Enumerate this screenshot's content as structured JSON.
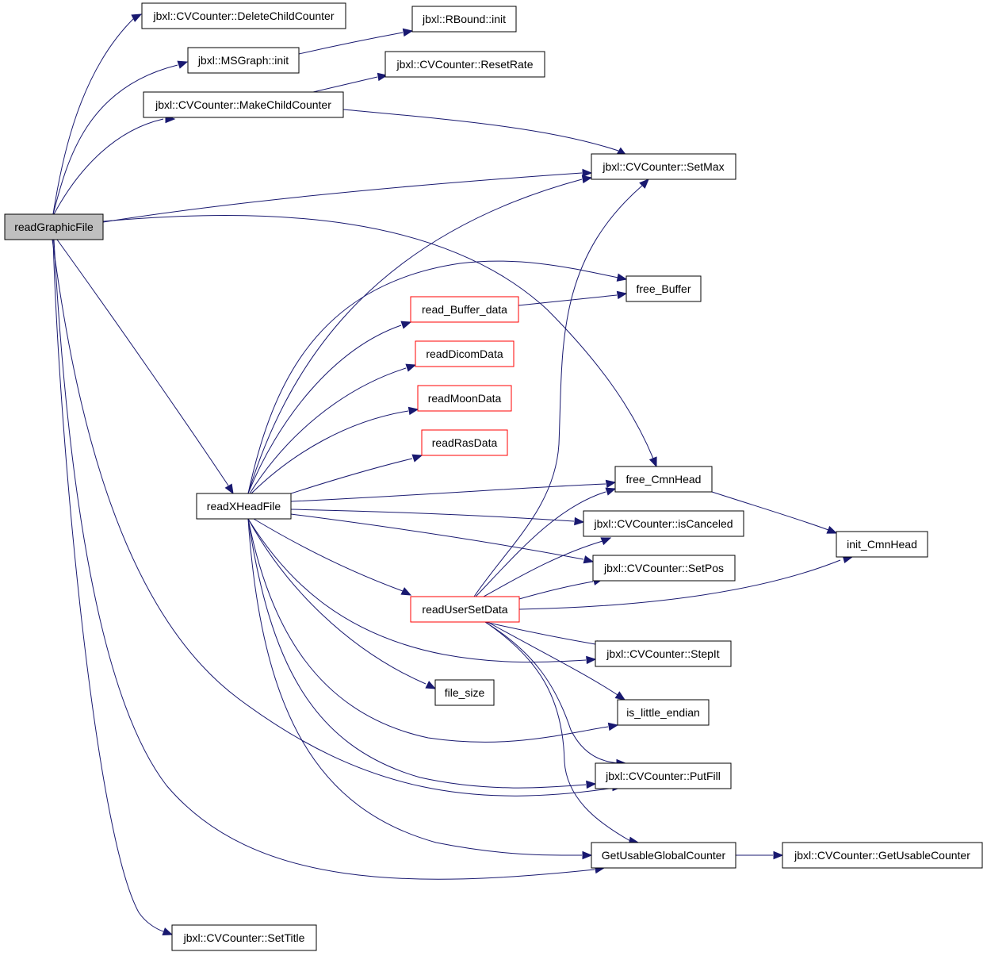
{
  "nodes": [
    {
      "id": "readGraphicFile",
      "label": "readGraphicFile",
      "style": "root"
    },
    {
      "id": "DeleteChildCounter",
      "label": "jbxl::CVCounter::DeleteChildCounter",
      "style": "normal"
    },
    {
      "id": "MSGraphInit",
      "label": "jbxl::MSGraph::init",
      "style": "normal"
    },
    {
      "id": "RBoundInit",
      "label": "jbxl::RBound::init",
      "style": "normal"
    },
    {
      "id": "ResetRate",
      "label": "jbxl::CVCounter::ResetRate",
      "style": "normal"
    },
    {
      "id": "MakeChildCounter",
      "label": "jbxl::CVCounter::MakeChildCounter",
      "style": "normal"
    },
    {
      "id": "SetMax",
      "label": "jbxl::CVCounter::SetMax",
      "style": "normal"
    },
    {
      "id": "free_Buffer",
      "label": "free_Buffer",
      "style": "normal"
    },
    {
      "id": "read_Buffer_data",
      "label": "read_Buffer_data",
      "style": "red"
    },
    {
      "id": "readDicomData",
      "label": "readDicomData",
      "style": "red"
    },
    {
      "id": "readMoonData",
      "label": "readMoonData",
      "style": "red"
    },
    {
      "id": "readRasData",
      "label": "readRasData",
      "style": "red"
    },
    {
      "id": "free_CmnHead",
      "label": "free_CmnHead",
      "style": "normal"
    },
    {
      "id": "readXHeadFile",
      "label": "readXHeadFile",
      "style": "normal"
    },
    {
      "id": "isCanceled",
      "label": "jbxl::CVCounter::isCanceled",
      "style": "normal"
    },
    {
      "id": "init_CmnHead",
      "label": "init_CmnHead",
      "style": "normal"
    },
    {
      "id": "SetPos",
      "label": "jbxl::CVCounter::SetPos",
      "style": "normal"
    },
    {
      "id": "readUserSetData",
      "label": "readUserSetData",
      "style": "red"
    },
    {
      "id": "StepIt",
      "label": "jbxl::CVCounter::StepIt",
      "style": "normal"
    },
    {
      "id": "file_size",
      "label": "file_size",
      "style": "normal"
    },
    {
      "id": "is_little_endian",
      "label": "is_little_endian",
      "style": "normal"
    },
    {
      "id": "PutFill",
      "label": "jbxl::CVCounter::PutFill",
      "style": "normal"
    },
    {
      "id": "GetUsableGlobalCounter",
      "label": "GetUsableGlobalCounter",
      "style": "normal"
    },
    {
      "id": "GetUsableCounter",
      "label": "jbxl::CVCounter::GetUsableCounter",
      "style": "normal"
    },
    {
      "id": "SetTitle",
      "label": "jbxl::CVCounter::SetTitle",
      "style": "normal"
    }
  ],
  "edges": [
    {
      "from": "readGraphicFile",
      "to": "DeleteChildCounter"
    },
    {
      "from": "readGraphicFile",
      "to": "MSGraphInit"
    },
    {
      "from": "readGraphicFile",
      "to": "MakeChildCounter"
    },
    {
      "from": "readGraphicFile",
      "to": "SetMax"
    },
    {
      "from": "readGraphicFile",
      "to": "free_CmnHead"
    },
    {
      "from": "readGraphicFile",
      "to": "readXHeadFile"
    },
    {
      "from": "readGraphicFile",
      "to": "PutFill"
    },
    {
      "from": "readGraphicFile",
      "to": "GetUsableGlobalCounter"
    },
    {
      "from": "readGraphicFile",
      "to": "SetTitle"
    },
    {
      "from": "MSGraphInit",
      "to": "RBoundInit"
    },
    {
      "from": "MakeChildCounter",
      "to": "ResetRate"
    },
    {
      "from": "MakeChildCounter",
      "to": "SetMax"
    },
    {
      "from": "readXHeadFile",
      "to": "SetMax"
    },
    {
      "from": "readXHeadFile",
      "to": "free_Buffer"
    },
    {
      "from": "readXHeadFile",
      "to": "read_Buffer_data"
    },
    {
      "from": "readXHeadFile",
      "to": "readDicomData"
    },
    {
      "from": "readXHeadFile",
      "to": "readMoonData"
    },
    {
      "from": "readXHeadFile",
      "to": "readRasData"
    },
    {
      "from": "readXHeadFile",
      "to": "free_CmnHead"
    },
    {
      "from": "readXHeadFile",
      "to": "isCanceled"
    },
    {
      "from": "readXHeadFile",
      "to": "SetPos"
    },
    {
      "from": "readXHeadFile",
      "to": "readUserSetData"
    },
    {
      "from": "readXHeadFile",
      "to": "StepIt"
    },
    {
      "from": "readXHeadFile",
      "to": "file_size"
    },
    {
      "from": "readXHeadFile",
      "to": "is_little_endian"
    },
    {
      "from": "readXHeadFile",
      "to": "PutFill"
    },
    {
      "from": "readXHeadFile",
      "to": "GetUsableGlobalCounter"
    },
    {
      "from": "read_Buffer_data",
      "to": "free_Buffer"
    },
    {
      "from": "free_CmnHead",
      "to": "init_CmnHead"
    },
    {
      "from": "readUserSetData",
      "to": "SetMax"
    },
    {
      "from": "readUserSetData",
      "to": "free_CmnHead"
    },
    {
      "from": "readUserSetData",
      "to": "isCanceled"
    },
    {
      "from": "readUserSetData",
      "to": "SetPos"
    },
    {
      "from": "readUserSetData",
      "to": "init_CmnHead"
    },
    {
      "from": "readUserSetData",
      "to": "StepIt"
    },
    {
      "from": "readUserSetData",
      "to": "is_little_endian"
    },
    {
      "from": "readUserSetData",
      "to": "PutFill"
    },
    {
      "from": "readUserSetData",
      "to": "GetUsableGlobalCounter"
    },
    {
      "from": "GetUsableGlobalCounter",
      "to": "GetUsableCounter"
    }
  ]
}
